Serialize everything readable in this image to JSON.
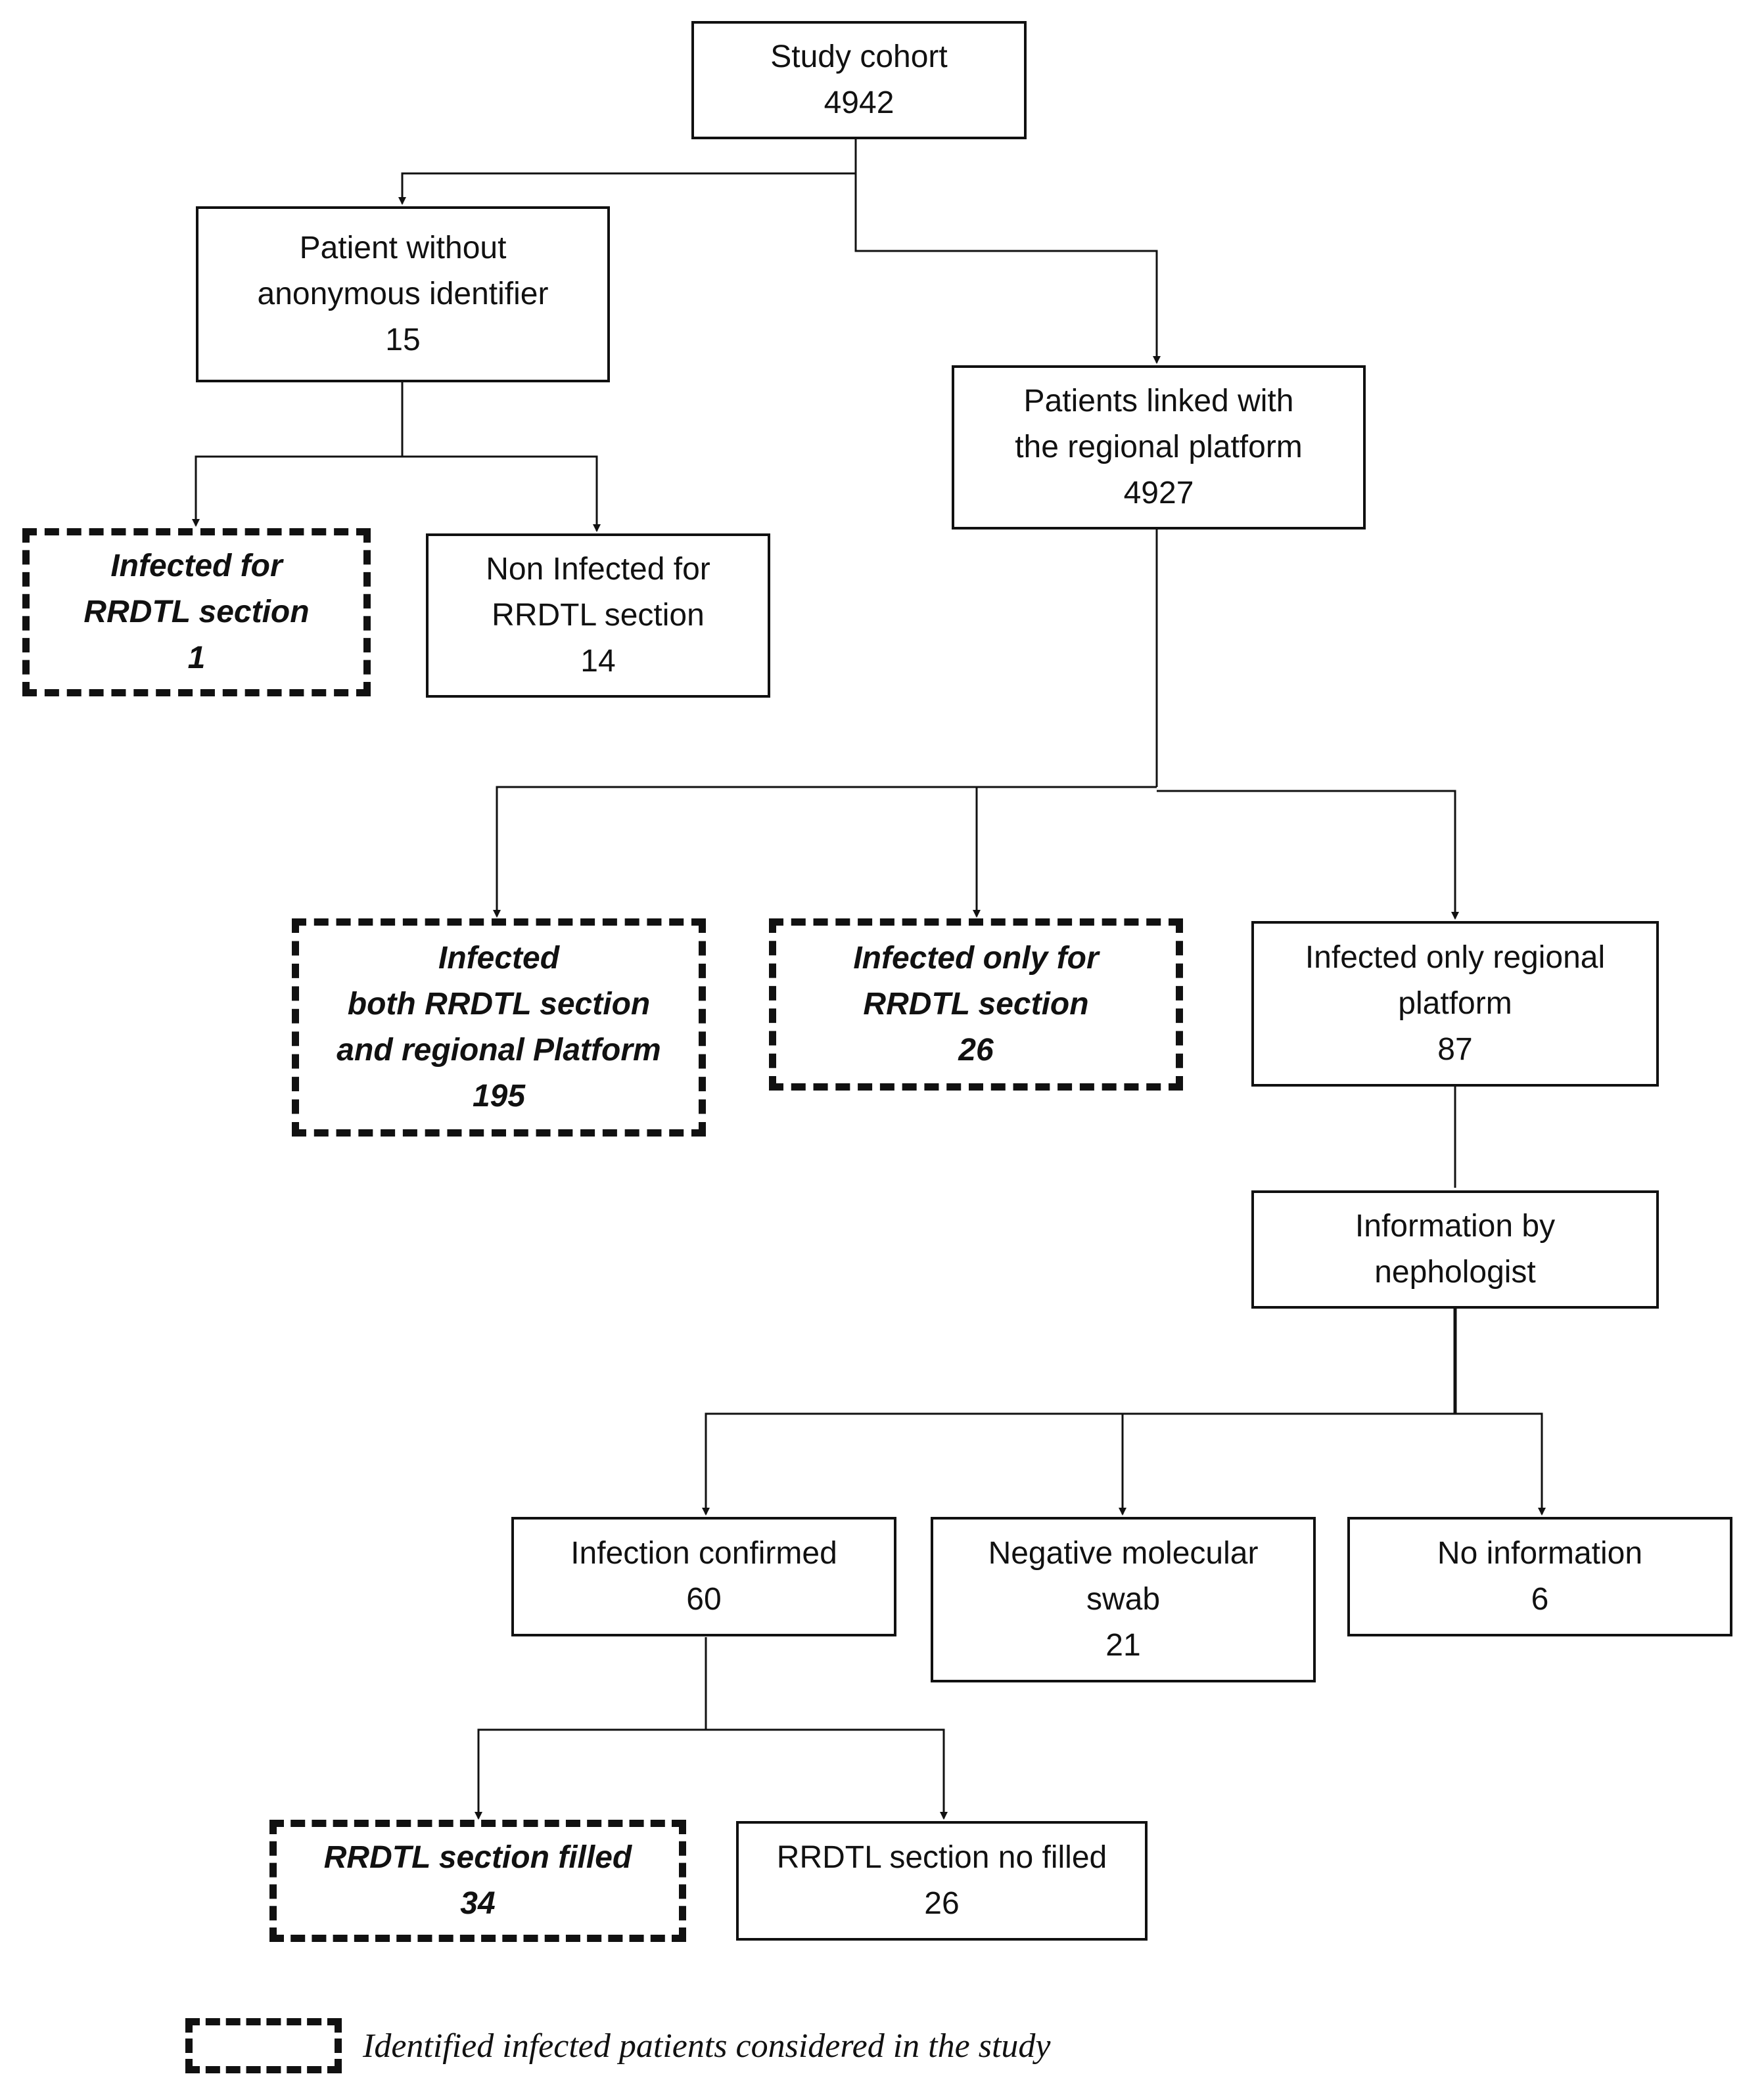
{
  "nodes": {
    "study_cohort": {
      "lines": [
        "Study cohort",
        "4942"
      ]
    },
    "no_identifier": {
      "lines": [
        "Patient without",
        "anonymous identifier",
        "15"
      ]
    },
    "linked_platform": {
      "lines": [
        "Patients linked with",
        "the regional platform",
        "4927"
      ]
    },
    "infected_rrdtl_1": {
      "lines": [
        "Infected for",
        "RRDTL section",
        "1"
      ]
    },
    "non_infected_rrdtl": {
      "lines": [
        "Non Infected for",
        "RRDTL section",
        "14"
      ]
    },
    "infected_both": {
      "lines": [
        "Infected",
        "both RRDTL section",
        "and regional Platform",
        "195"
      ]
    },
    "infected_only_rrdtl": {
      "lines": [
        "Infected only for",
        "RRDTL section",
        "26"
      ]
    },
    "infected_only_regional": {
      "lines": [
        "Infected only regional",
        "platform",
        "87"
      ]
    },
    "info_nephologist": {
      "lines": [
        "Information by",
        "nephologist"
      ]
    },
    "infection_confirmed": {
      "lines": [
        "Infection confirmed",
        "60"
      ]
    },
    "negative_swab": {
      "lines": [
        "Negative molecular",
        "swab",
        "21"
      ]
    },
    "no_information": {
      "lines": [
        "No information",
        "6"
      ]
    },
    "rrdtl_filled": {
      "lines": [
        "RRDTL section filled",
        "34"
      ]
    },
    "rrdtl_no_filled": {
      "lines": [
        "RRDTL section no filled",
        "26"
      ]
    }
  },
  "legend": {
    "text": "Identified infected patients considered in the study"
  }
}
